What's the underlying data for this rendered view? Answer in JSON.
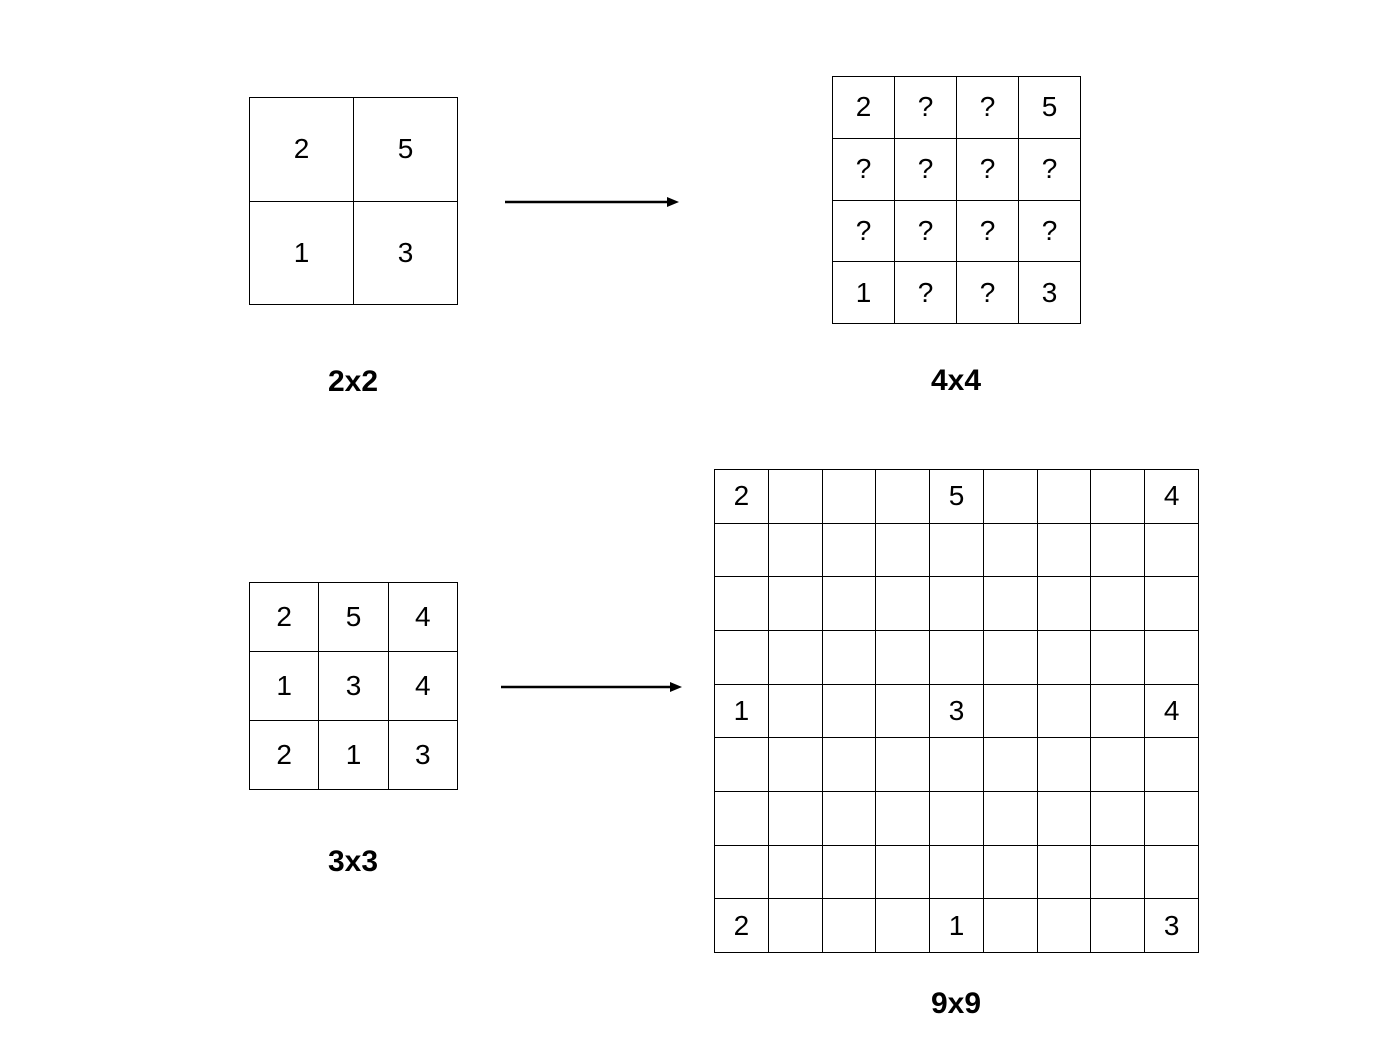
{
  "diagrams": {
    "g2x2": {
      "caption": "2x2",
      "cells": [
        [
          "2",
          "5"
        ],
        [
          "1",
          "3"
        ]
      ]
    },
    "g4x4": {
      "caption": "4x4",
      "cells": [
        [
          "2",
          "?",
          "?",
          "5"
        ],
        [
          "?",
          "?",
          "?",
          "?"
        ],
        [
          "?",
          "?",
          "?",
          "?"
        ],
        [
          "1",
          "?",
          "?",
          "3"
        ]
      ]
    },
    "g3x3": {
      "caption": "3x3",
      "cells": [
        [
          "2",
          "5",
          "4"
        ],
        [
          "1",
          "3",
          "4"
        ],
        [
          "2",
          "1",
          "3"
        ]
      ]
    },
    "g9x9": {
      "caption": "9x9",
      "cells": [
        [
          "2",
          "",
          "",
          "",
          "5",
          "",
          "",
          "",
          "4"
        ],
        [
          "",
          "",
          "",
          "",
          "",
          "",
          "",
          "",
          ""
        ],
        [
          "",
          "",
          "",
          "",
          "",
          "",
          "",
          "",
          ""
        ],
        [
          "",
          "",
          "",
          "",
          "",
          "",
          "",
          "",
          ""
        ],
        [
          "1",
          "",
          "",
          "",
          "3",
          "",
          "",
          "",
          "4"
        ],
        [
          "",
          "",
          "",
          "",
          "",
          "",
          "",
          "",
          ""
        ],
        [
          "",
          "",
          "",
          "",
          "",
          "",
          "",
          "",
          ""
        ],
        [
          "",
          "",
          "",
          "",
          "",
          "",
          "",
          "",
          ""
        ],
        [
          "2",
          "",
          "",
          "",
          "1",
          "",
          "",
          "",
          "3"
        ]
      ]
    }
  }
}
